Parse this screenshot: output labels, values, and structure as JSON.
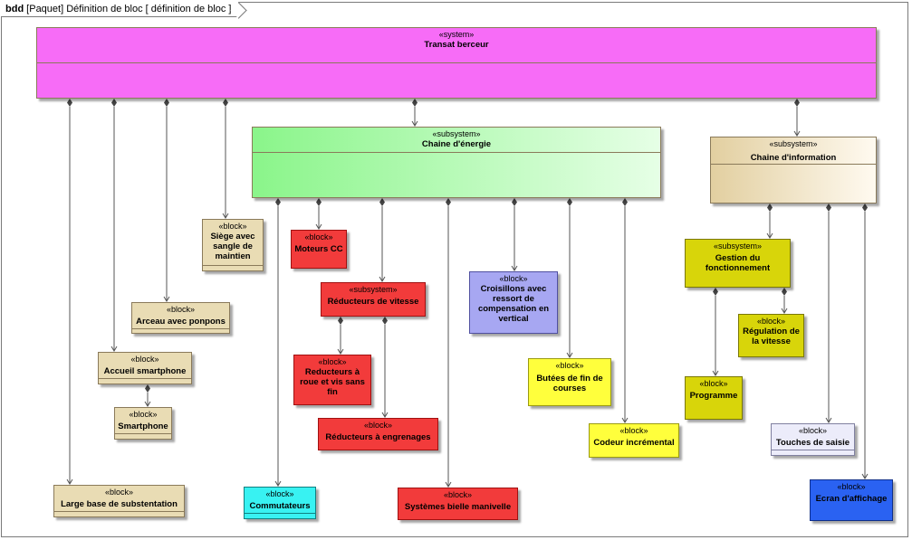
{
  "frame": {
    "kind": "bdd",
    "title": "[Paquet] Définition de bloc [ définition de bloc ]"
  },
  "colors": {
    "system": "#f76cf7",
    "energy_start": "#8af58a",
    "energy_end": "#e6ffe6",
    "info_start": "#e2cfa0",
    "info_end": "#fffaf0",
    "tan": "#e9dcb4",
    "red": "#f23b3b",
    "lavender": "#a7a7f2",
    "yellow": "#ffff3c",
    "olive": "#d8d50a",
    "cyan": "#38f2f2",
    "lightlav": "#ececfa",
    "blue": "#2a62f2"
  },
  "blocks": [
    {
      "id": "transat",
      "stereotype": "«system»",
      "name": "Transat berceur"
    },
    {
      "id": "chaine-energie",
      "stereotype": "«subsystem»",
      "name": "Chaine d'énergie"
    },
    {
      "id": "chaine-info",
      "stereotype": "«subsystem»",
      "name": "Chaine d'information"
    },
    {
      "id": "siege",
      "stereotype": "«block»",
      "name": "Siège avec sangle de maintien"
    },
    {
      "id": "arceau",
      "stereotype": "«block»",
      "name": "Arceau avec ponpons"
    },
    {
      "id": "accueil",
      "stereotype": "«block»",
      "name": "Accueil smartphone"
    },
    {
      "id": "smartphone",
      "stereotype": "«block»",
      "name": "Smartphone"
    },
    {
      "id": "base",
      "stereotype": "«block»",
      "name": "Large base de substentation"
    },
    {
      "id": "moteurs",
      "stereotype": "«block»",
      "name": "Moteurs CC"
    },
    {
      "id": "reducteurs",
      "stereotype": "«subsystem»",
      "name": "Réducteurs de vitesse"
    },
    {
      "id": "roue-vis",
      "stereotype": "«block»",
      "name": "Reducteurs à roue et vis sans fin"
    },
    {
      "id": "engrenages",
      "stereotype": "«block»",
      "name": "Réducteurs à engrenages"
    },
    {
      "id": "commutateurs",
      "stereotype": "«block»",
      "name": "Commutateurs"
    },
    {
      "id": "bielle",
      "stereotype": "«block»",
      "name": "Systèmes bielle manivelle"
    },
    {
      "id": "croisillons",
      "stereotype": "«block»",
      "name": "Croisillons avec ressort de compensation en vertical"
    },
    {
      "id": "butees",
      "stereotype": "«block»",
      "name": "Butées de fin de courses"
    },
    {
      "id": "codeur",
      "stereotype": "«block»",
      "name": "Codeur incrémental"
    },
    {
      "id": "gestion",
      "stereotype": "«subsystem»",
      "name": "Gestion du fonctionnement"
    },
    {
      "id": "regulation",
      "stereotype": "«block»",
      "name": "Régulation de la vitesse"
    },
    {
      "id": "programme",
      "stereotype": "«block»",
      "name": "Programme"
    },
    {
      "id": "touches",
      "stereotype": "«block»",
      "name": "Touches de saisie"
    },
    {
      "id": "ecran",
      "stereotype": "«block»",
      "name": "Ecran d'affichage"
    }
  ],
  "links": [
    {
      "from": "transat",
      "to": "base"
    },
    {
      "from": "transat",
      "to": "accueil"
    },
    {
      "from": "transat",
      "to": "arceau"
    },
    {
      "from": "transat",
      "to": "siege"
    },
    {
      "from": "transat",
      "to": "chaine-energie"
    },
    {
      "from": "transat",
      "to": "chaine-info"
    },
    {
      "from": "accueil",
      "to": "smartphone"
    },
    {
      "from": "chaine-energie",
      "to": "commutateurs"
    },
    {
      "from": "chaine-energie",
      "to": "moteurs"
    },
    {
      "from": "chaine-energie",
      "to": "reducteurs"
    },
    {
      "from": "chaine-energie",
      "to": "bielle"
    },
    {
      "from": "chaine-energie",
      "to": "croisillons"
    },
    {
      "from": "chaine-energie",
      "to": "butees"
    },
    {
      "from": "chaine-energie",
      "to": "codeur"
    },
    {
      "from": "reducteurs",
      "to": "roue-vis"
    },
    {
      "from": "reducteurs",
      "to": "engrenages"
    },
    {
      "from": "chaine-info",
      "to": "gestion"
    },
    {
      "from": "chaine-info",
      "to": "touches"
    },
    {
      "from": "chaine-info",
      "to": "ecran"
    },
    {
      "from": "gestion",
      "to": "programme"
    },
    {
      "from": "gestion",
      "to": "regulation"
    }
  ]
}
